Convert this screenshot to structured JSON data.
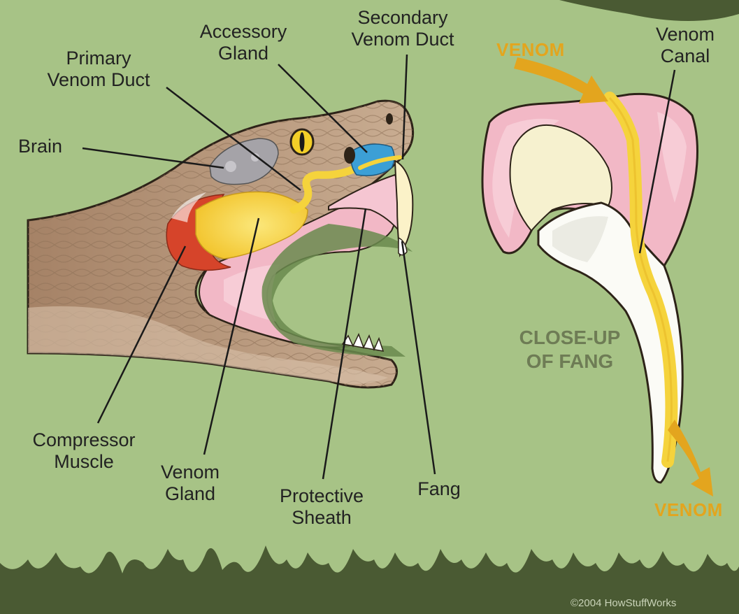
{
  "labels": {
    "secondary_venom_duct": "Secondary\nVenom Duct",
    "accessory_gland": "Accessory\nGland",
    "primary_venom_duct": "Primary\nVenom Duct",
    "brain": "Brain",
    "venom_canal": "Venom\nCanal",
    "compressor_muscle": "Compressor\nMuscle",
    "venom_gland": "Venom\nGland",
    "protective_sheath": "Protective\nSheath",
    "fang": "Fang"
  },
  "venom_in": "VENOM",
  "venom_out": "VENOM",
  "closeup_title": "CLOSE-UP\nOF FANG",
  "credit": "©2004 HowStuffWorks",
  "colors": {
    "background": "#a7c386",
    "grass": "#4a5a33",
    "skin": "#b89a7e",
    "venom": "#f5d33c",
    "muscle": "#d6442a",
    "mouth_pink": "#f2b8c6",
    "venom_arrow": "#e3a51e",
    "duct_blue": "#3c9fd6"
  }
}
